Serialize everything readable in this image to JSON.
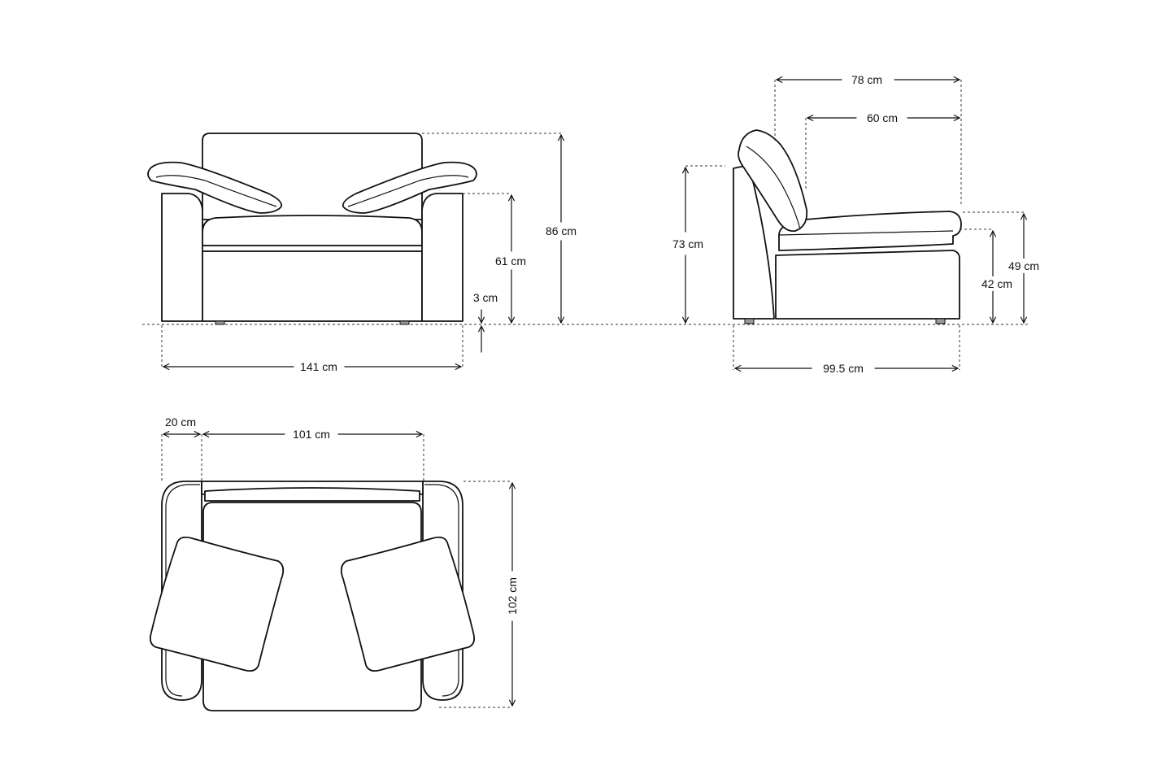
{
  "dimensions": {
    "front_total_height": "86 cm",
    "front_arm_height": "61 cm",
    "front_leg_height": "3 cm",
    "front_width": "141 cm",
    "side_total_depth": "78 cm",
    "side_seat_depth": "60 cm",
    "side_back_height": "73 cm",
    "side_seat_height_top": "49 cm",
    "side_seat_height": "42 cm",
    "side_depth": "99.5 cm",
    "top_arm_width": "20 cm",
    "top_seat_width": "101 cm",
    "top_depth": "102 cm"
  }
}
